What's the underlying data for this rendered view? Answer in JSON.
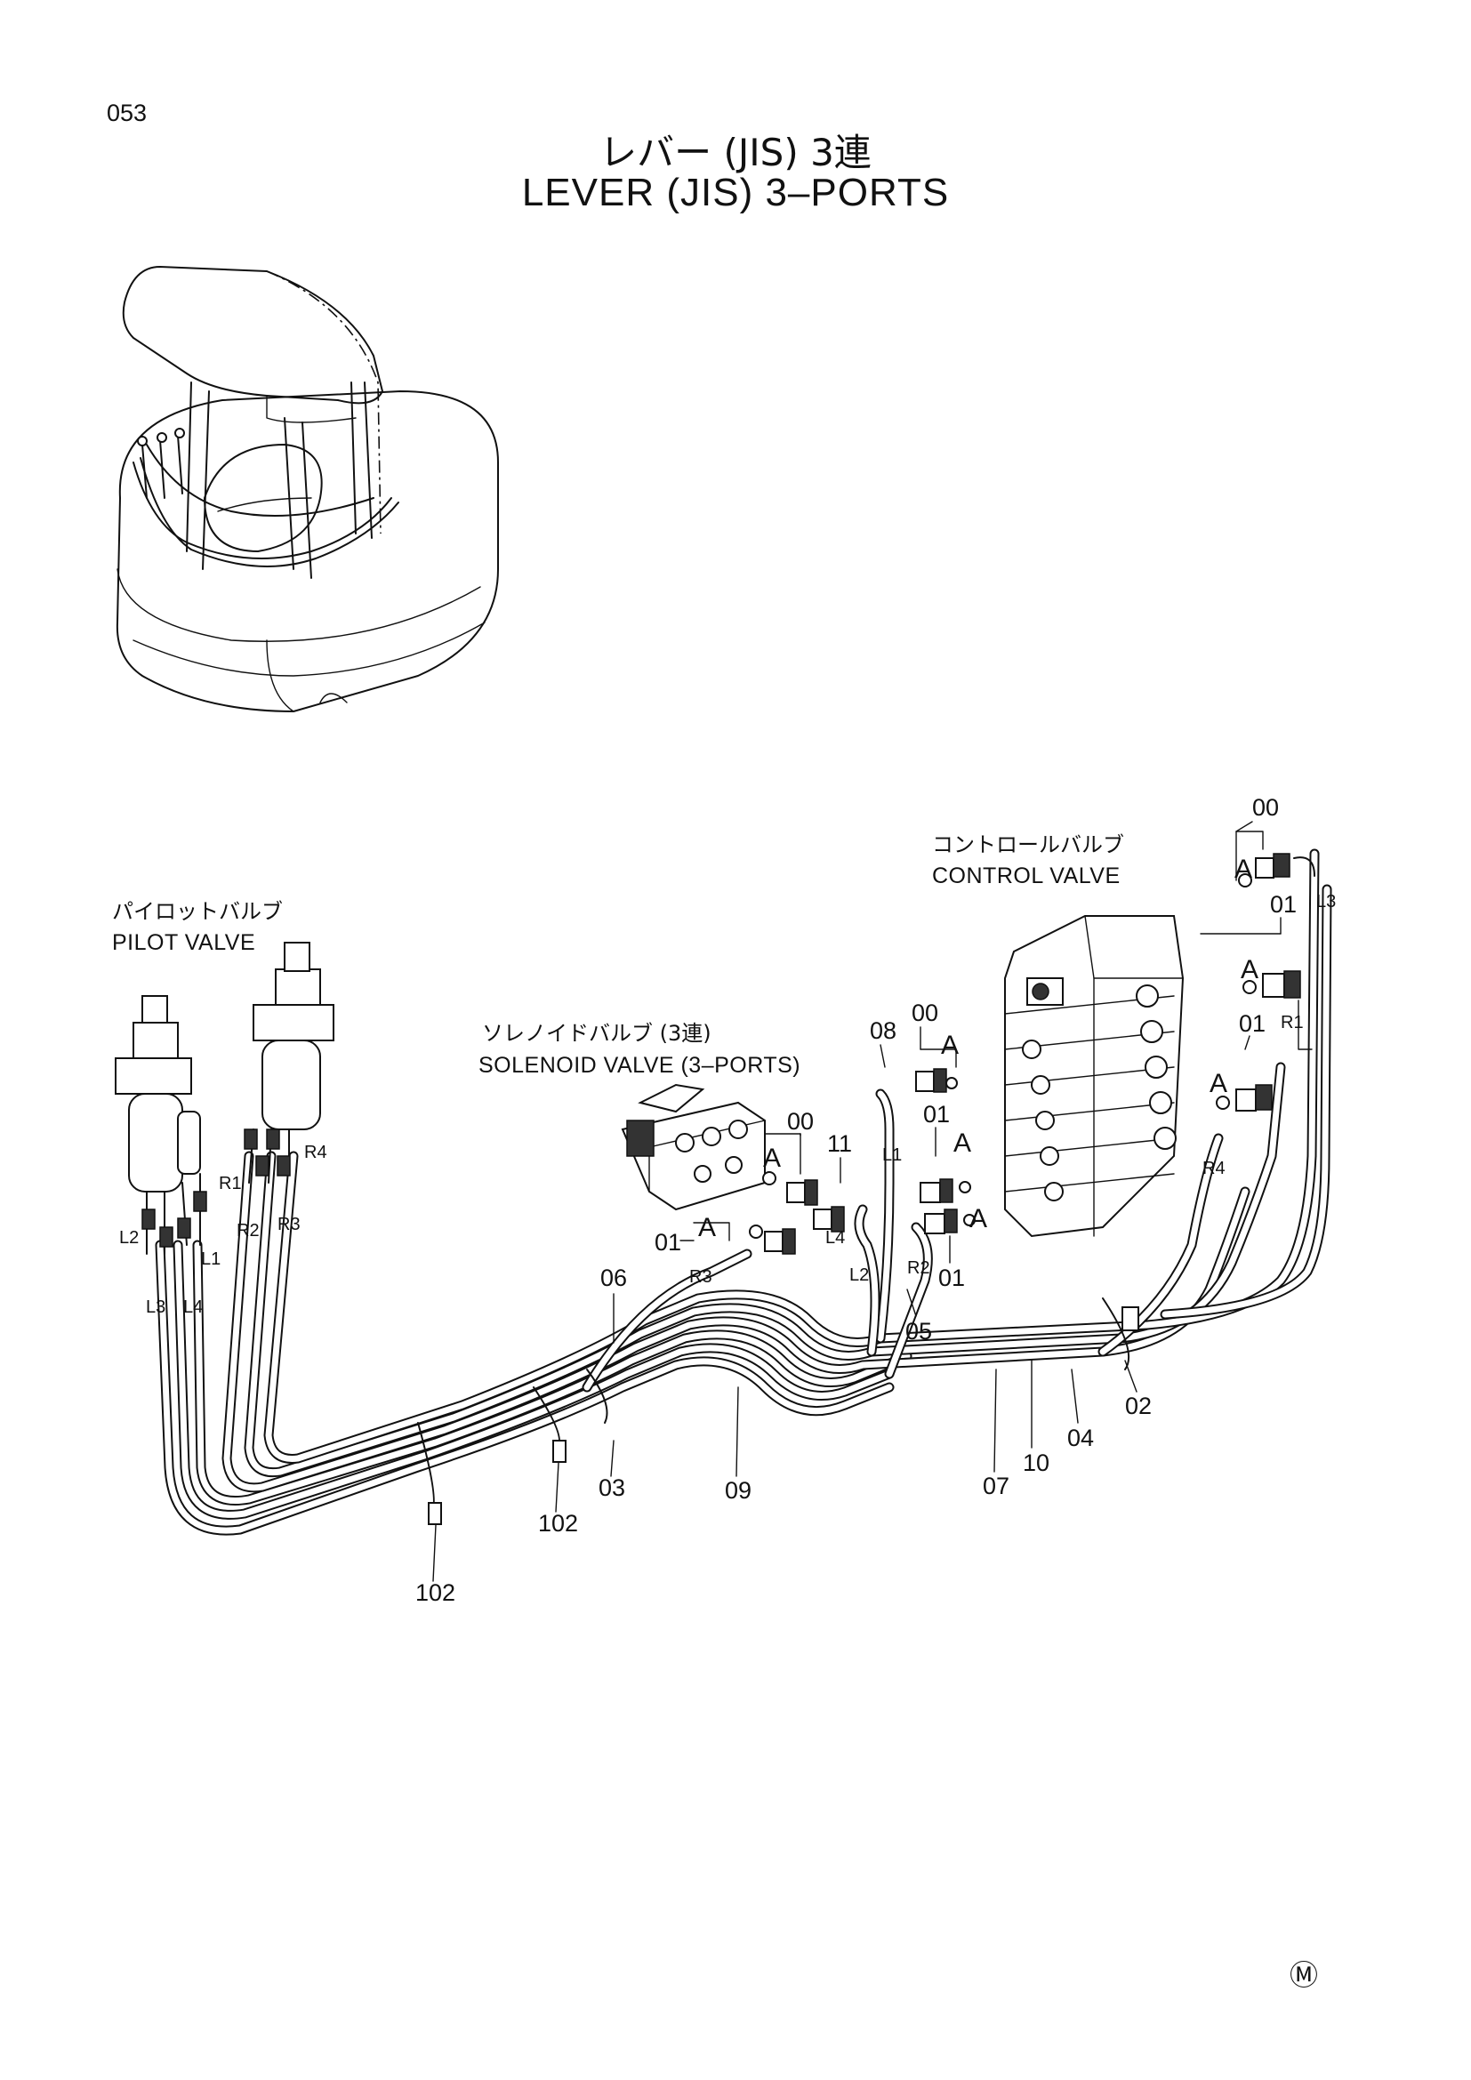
{
  "page": {
    "number": "053",
    "title_ja": "レバー (JIS) 3連",
    "title_en": "LEVER (JIS) 3–PORTS",
    "maker_mark": "Ⓜ"
  },
  "components": {
    "control_valve": {
      "ja": "コントロールバルブ",
      "en": "CONTROL VALVE"
    },
    "pilot_valve": {
      "ja": "パイロットバルブ",
      "en": "PILOT VALVE"
    },
    "solenoid_valve": {
      "ja": "ソレノイドバルブ (3連)",
      "en": "SOLENOID VALVE (3–PORTS)"
    }
  },
  "callouts": {
    "c00_top": "00",
    "c01_right": "01",
    "c01_right2": "01",
    "c00_mid": "00",
    "c08": "08",
    "c01_mid": "01",
    "c01_mid_low": "01",
    "c00_sol": "00",
    "c11": "11",
    "c01_sol": "01",
    "c06": "06",
    "c05": "05",
    "c02": "02",
    "c04": "04",
    "c10": "10",
    "c07": "07",
    "c09": "09",
    "c03": "03",
    "c102_a": "102",
    "c102_b": "102"
  },
  "detail_mark": "A",
  "ports": {
    "L3_right": "L3",
    "R1_right": "R1",
    "R4_right": "R4",
    "L1_mid": "L1",
    "L4_mid": "L4",
    "L2_mid": "L2",
    "R2_mid": "R2",
    "R3_mid": "R3",
    "R4_pilot": "R4",
    "R1_pilot": "R1",
    "R2_pilot": "R2",
    "R3_pilot": "R3",
    "L2_pilot": "L2",
    "L1_pilot": "L1",
    "L3_pilot": "L3",
    "L4_pilot": "L4"
  }
}
